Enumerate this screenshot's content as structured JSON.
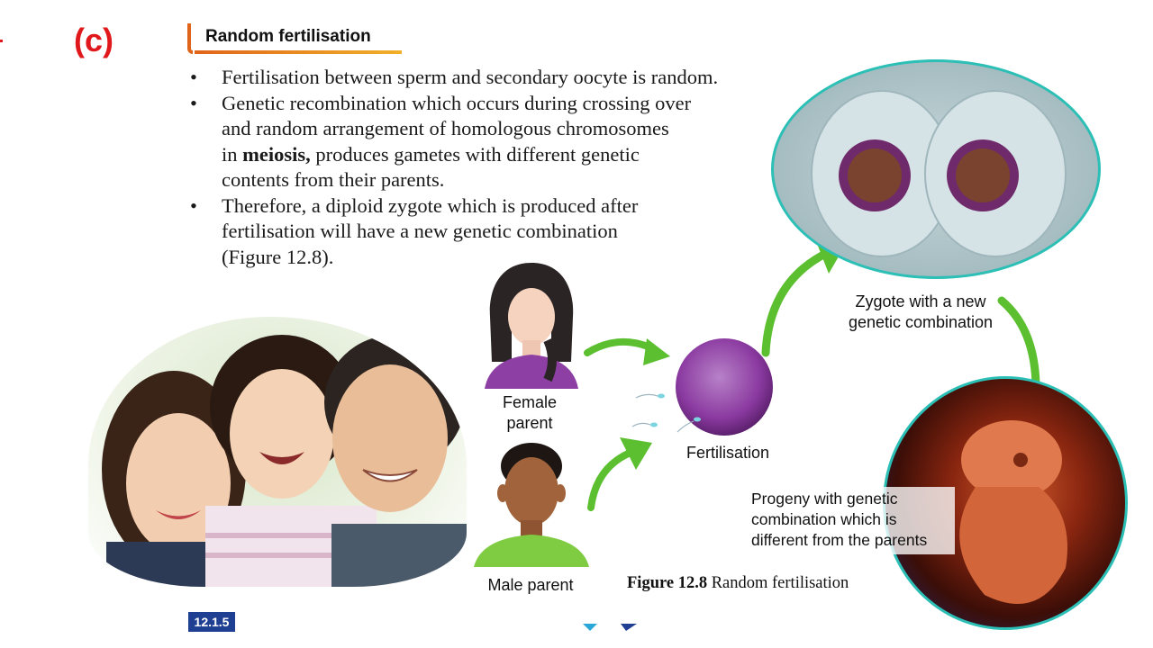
{
  "section": {
    "letter": "(c)"
  },
  "heading": "Random fertilisation",
  "bullets": [
    {
      "lines": [
        "Fertilisation between sperm and secondary oocyte is random."
      ]
    },
    {
      "lines": [
        "Genetic recombination which occurs during crossing over",
        "and random arrangement of homologous chromosomes"
      ],
      "line3_pre": "in ",
      "line3_bold": "meiosis,",
      "line3_post": " produces gametes with different genetic",
      "line4": "contents from their parents."
    },
    {
      "lines": [
        "Therefore, a diploid zygote which is produced after",
        "fertilisation will have a new genetic combination",
        "(Figure 12.8)."
      ]
    }
  ],
  "figure": {
    "female_label_1": "Female",
    "female_label_2": "parent",
    "male_label": "Male parent",
    "fertilisation_label": "Fertilisation",
    "zygote_label_1": "Zygote with a new",
    "zygote_label_2": "genetic combination",
    "progeny_label_1": "Progeny with genetic",
    "progeny_label_2": "combination which is",
    "progeny_label_3": "different from the parents",
    "caption_bold": "Figure 12.8",
    "caption_text": " Random fertilisation"
  },
  "page_ref": "12.1.5",
  "colors": {
    "accent_red": "#e0181b",
    "heading_orange": "#e0651a",
    "arrow_green": "#5bbf2f",
    "ring_teal": "#2bbfb6",
    "ovum_purple": "#8b3aa0",
    "badge_blue": "#1f3f93"
  },
  "icons": [
    "female-avatar-icon",
    "male-avatar-icon",
    "green-arrow-icon",
    "ovum-icon",
    "sperm-icon"
  ]
}
